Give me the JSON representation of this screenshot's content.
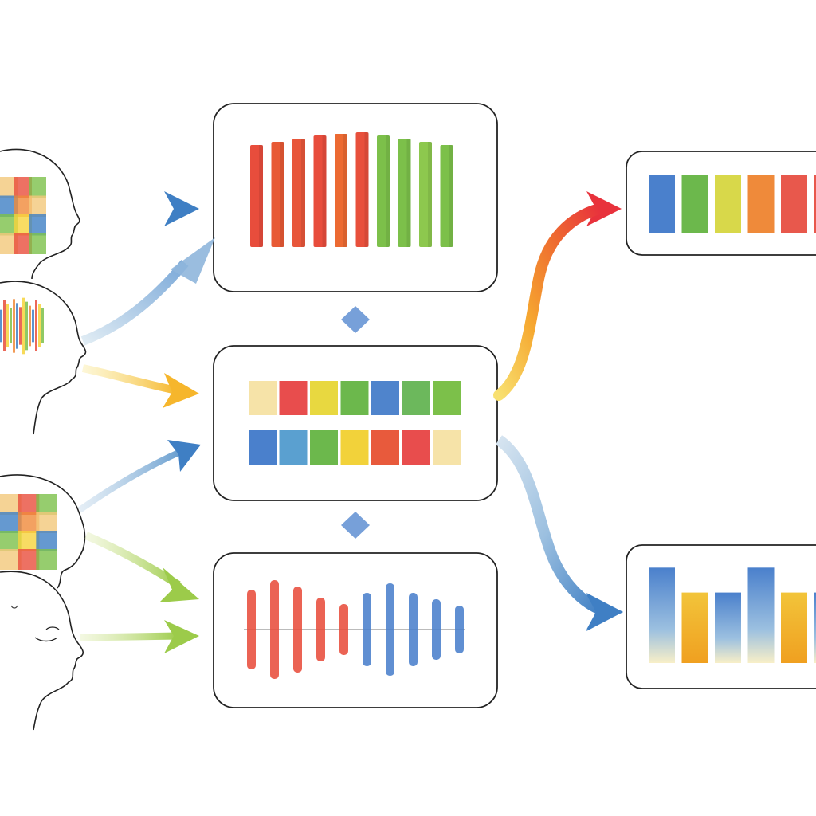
{
  "diagram": {
    "heads": [
      {
        "name": "head-1",
        "brain_colors": [
          "#f3c87a",
          "#e84d3c",
          "#7cc04a",
          "#f6d33c",
          "#3f7fc4",
          "#f08a3a"
        ]
      },
      {
        "name": "head-2",
        "brain_colors": [
          "#3f7fc4",
          "#e84d3c",
          "#f6d33c",
          "#7cc04a",
          "#f08a3a"
        ]
      },
      {
        "name": "head-3",
        "brain_colors": [
          "#f3c87a",
          "#e84d3c",
          "#7cc04a",
          "#f6d33c",
          "#3f7fc4",
          "#f08a3a"
        ]
      },
      {
        "name": "head-4",
        "brain_colors": []
      }
    ],
    "panels": {
      "top_center": {
        "bar_colors": [
          "#e84d3c",
          "#e85a35",
          "#e8563a",
          "#e84d3c",
          "#ec6a32",
          "#e8503c",
          "#7cc04a",
          "#7cc04a",
          "#8dc84e",
          "#7cc04a"
        ]
      },
      "middle_center": {
        "row1": [
          "#f6e3a8",
          "#e84d4d",
          "#e8d840",
          "#6cb84c",
          "#4f84cc",
          "#6cb85c",
          "#7cc04a"
        ],
        "row2": [
          "#4a80cc",
          "#5aa0d0",
          "#6cb84c",
          "#f2d23a",
          "#e85a3c",
          "#e84d4d",
          "#f6e3a8"
        ]
      },
      "bottom_center": {
        "wave_colors": [
          "#e84d3c",
          "#e84d3c",
          "#e84d3c",
          "#e84d3c",
          "#e84d3c",
          "#4a80cc",
          "#4a80cc",
          "#4a80cc",
          "#4a80cc",
          "#4a80cc"
        ]
      },
      "top_right": {
        "colors": [
          "#4a80cc",
          "#6cb84c",
          "#d8d84a",
          "#ef8a3a",
          "#e8584c",
          "#e8584c"
        ]
      },
      "bottom_right": {
        "colors": [
          "#4a80cc",
          "#f2b83a",
          "#4a80cc",
          "#4a80cc",
          "#f2b83a",
          "#4a80cc"
        ],
        "levels": [
          0.88,
          0.65,
          0.65,
          0.88,
          0.65,
          0.65
        ]
      }
    },
    "arrow_colors": {
      "blue": "#3f7fc4",
      "yellow": "#f6b62c",
      "green": "#9ccb4a",
      "red": "#e84d3c"
    }
  }
}
